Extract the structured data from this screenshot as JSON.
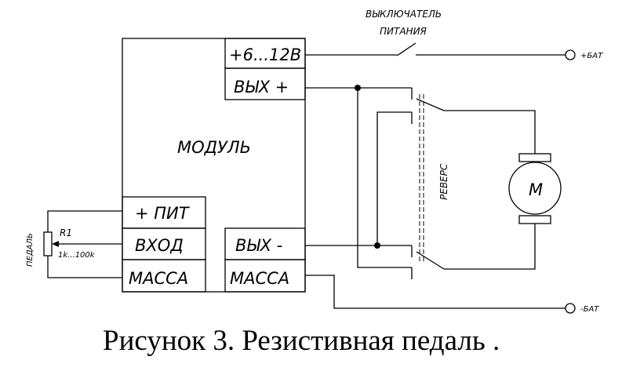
{
  "switch_label": {
    "line1": "ВЫКЛЮЧАТЕЛЬ",
    "line2": "ПИТАНИЯ"
  },
  "module": {
    "title": "МОДУЛЬ",
    "ports": {
      "supply": "+6...12В",
      "out_plus": "ВЫХ +",
      "out_minus": "ВЫХ -",
      "ground_right": "МАССА",
      "plus_pit": "+ ПИТ",
      "input": "ВХОД",
      "ground_left": "МАССА"
    }
  },
  "battery": {
    "plus": "+БАТ",
    "minus": "-БАТ"
  },
  "reverse_label": "РЕВЕРС",
  "motor_label": "M",
  "pedal": {
    "label": "ПЕДАЛЬ",
    "resistor_name": "R1",
    "resistor_value": "1k...100k"
  },
  "caption": "Рисунок 3. Резистивная педаль ."
}
